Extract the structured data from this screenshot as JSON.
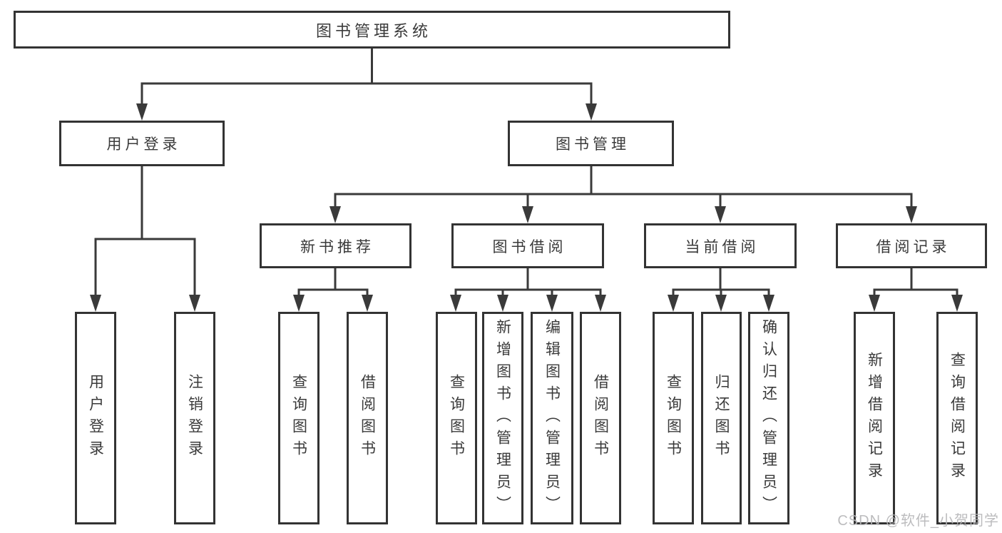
{
  "diagram": {
    "root": {
      "label": "图书管理系统"
    },
    "level2": [
      {
        "label": "用户登录",
        "children": [
          "用户登录",
          "注销登录"
        ]
      },
      {
        "label": "图书管理",
        "children": [
          {
            "label": "新书推荐",
            "children": [
              "查询图书",
              "借阅图书"
            ]
          },
          {
            "label": "图书借阅",
            "children": [
              "查询图书",
              "新增图书（管理员）",
              "编辑图书（管理员）",
              "借阅图书"
            ]
          },
          {
            "label": "当前借阅",
            "children": [
              "查询图书",
              "归还图书",
              "确认归还（管理员）"
            ]
          },
          {
            "label": "借阅记录",
            "children": [
              "新增借阅记录",
              "查询借阅记录"
            ]
          }
        ]
      }
    ]
  },
  "watermark": {
    "text": "CSDN @软件_小贺同学"
  },
  "colors": {
    "line": "#3a3a3a",
    "box_border": "#333333",
    "text": "#3a3a3a",
    "watermark": "#b7b7b9",
    "background": "#ffffff"
  }
}
